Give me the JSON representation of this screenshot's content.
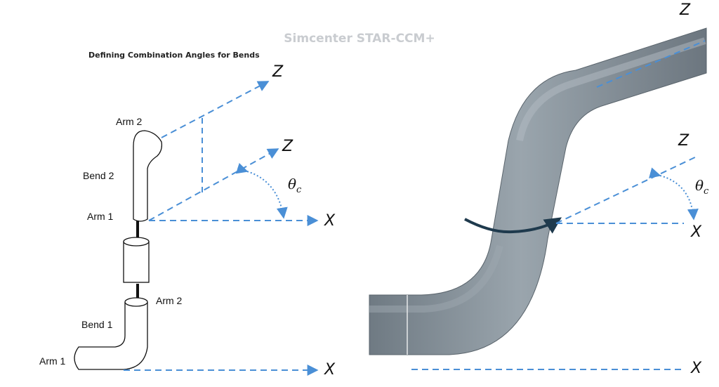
{
  "watermark": "Simcenter STAR-CCM+",
  "left_diagram": {
    "title": "Defining Combination Angles for Bends",
    "labels": {
      "arm2_top": "Arm 2",
      "bend2": "Bend 2",
      "arm1_mid": "Arm 1",
      "arm2_low": "Arm 2",
      "bend1": "Bend 1",
      "arm1_bottom": "Arm 1"
    },
    "axes": {
      "z_top": "Z",
      "z_mid": "Z",
      "x_mid": "X",
      "x_bottom": "X"
    },
    "angle": {
      "symbol": "θ",
      "subscript": "c"
    }
  },
  "right_diagram": {
    "axes": {
      "z_top": "Z",
      "z_mid": "Z",
      "x_mid": "X",
      "x_bottom": "X"
    },
    "angle": {
      "symbol": "θ",
      "subscript": "c"
    }
  },
  "colors": {
    "axis_line": "#4a8fd6",
    "pipe_fill": "#7f8a93",
    "pipe_highlight": "#aeb7be",
    "rotation_arrow": "#1f3a4d"
  }
}
